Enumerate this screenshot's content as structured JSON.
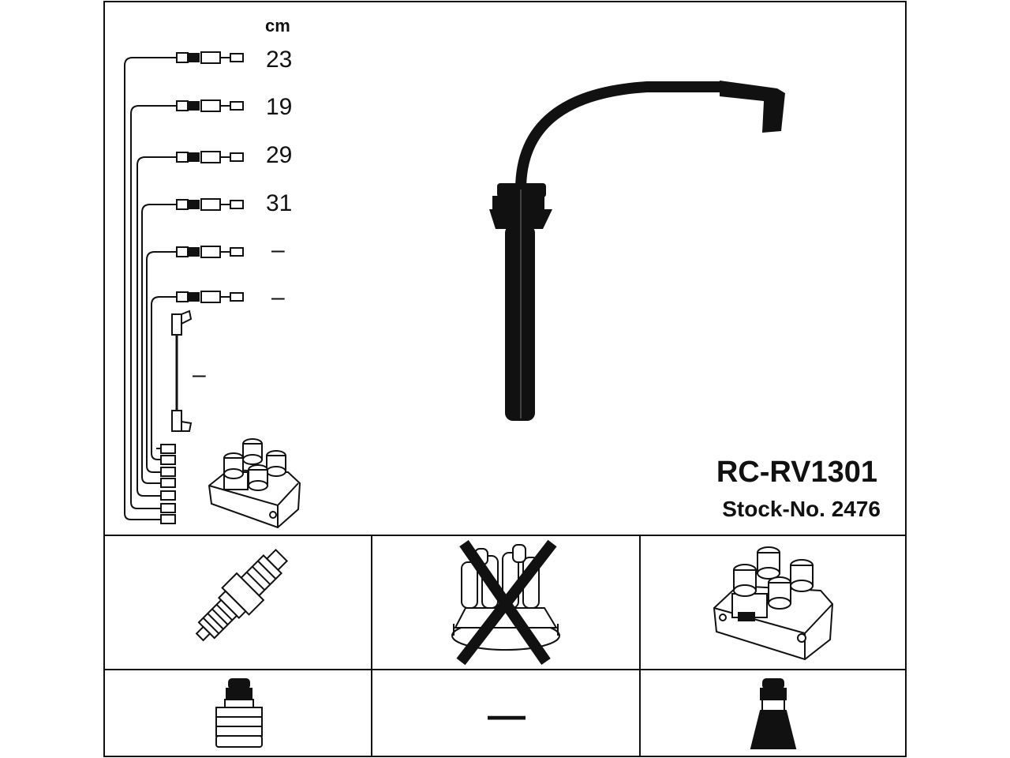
{
  "header": {
    "unit": "cm",
    "product_code": "RC-RV1301",
    "stock_number": "Stock-No. 2476"
  },
  "lead_lengths": [
    "23",
    "19",
    "29",
    "31",
    "–",
    "–",
    "–"
  ],
  "components": {
    "spark_plug": "spark-plug",
    "distributor_cap": "distributor-cap",
    "ignition_coil": "ignition-coil"
  },
  "connectors": {
    "middle_dash": "—"
  },
  "colors": {
    "line": "#111111",
    "background": "#ffffff",
    "fill_dark": "#111111"
  }
}
